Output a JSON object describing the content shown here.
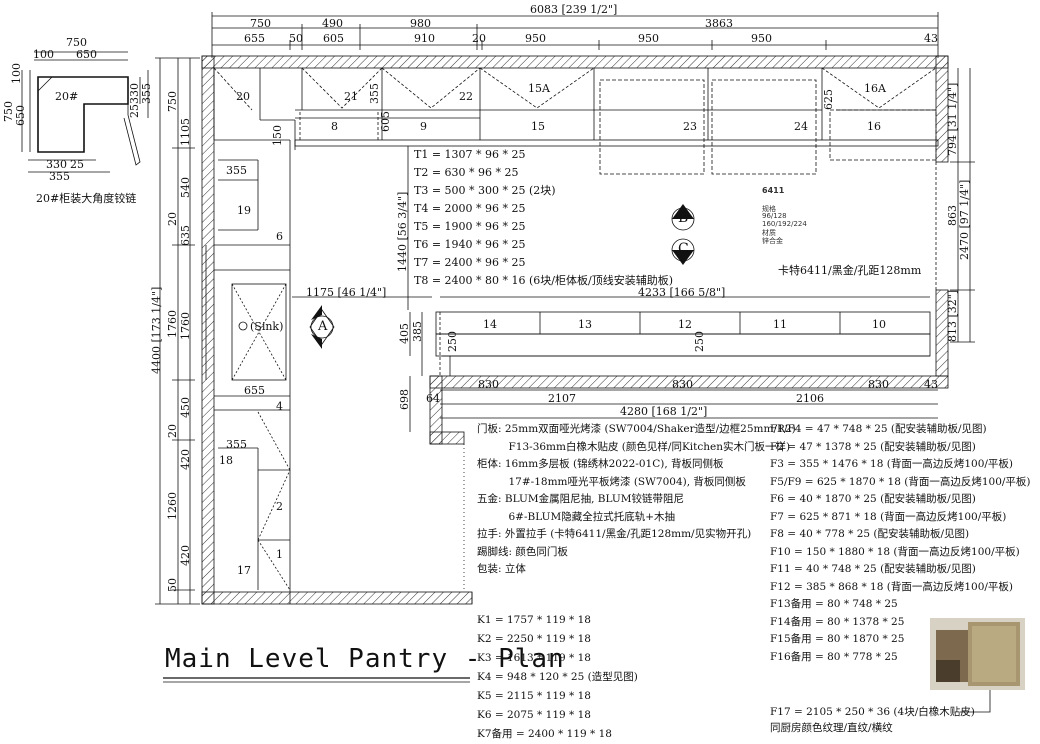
{
  "top_dims": {
    "overall": "6083 [239 1/2\"]",
    "row1": [
      "750",
      "490",
      "980",
      "3863"
    ],
    "row2": [
      "655",
      "50",
      "605",
      "910",
      "20",
      "950",
      "950",
      "950",
      "43"
    ]
  },
  "corner_detail": {
    "dims_top": [
      "750",
      "100",
      "650"
    ],
    "dims_left": [
      "100",
      "750",
      "650"
    ],
    "dims_right": [
      "330",
      "355",
      "25"
    ],
    "dims_bottom": [
      "330",
      "25",
      "355"
    ],
    "label": "20#",
    "caption": "20#柜装大角度铰链"
  },
  "cabinet_labels": {
    "c20": "20",
    "c21": "21",
    "c22": "22",
    "c15a": "15A",
    "c16a": "16A",
    "c8": "8",
    "c9": "9",
    "c15": "15",
    "c23": "23",
    "c24": "24",
    "c16": "16",
    "c19": "19",
    "c6": "6",
    "c4": "4",
    "c2": "2",
    "c1": "1",
    "c18": "18",
    "c17": "17",
    "c14": "14",
    "c13": "13",
    "c12": "12",
    "c11": "11",
    "c10": "10",
    "sink": "(Sink)",
    "d355a": "355",
    "d355b": "355",
    "d355c": "355",
    "d150": "150",
    "d605": "605",
    "d625": "625",
    "d655": "655",
    "d250a": "250",
    "d250b": "250"
  },
  "left_dims": {
    "overall": "4400 [173 1/4\"]",
    "segments": [
      "750",
      "1105",
      "540",
      "20",
      "635",
      "1760",
      "450",
      "20",
      "420",
      "1260",
      "420",
      "50"
    ]
  },
  "right_dims": {
    "seg1": "794 [31 1/4\"]",
    "seg2": "863",
    "seg_total": "2470 [97 1/4\"]",
    "seg3": "813 [32\"]"
  },
  "inner_dims": {
    "d1175": "1175 [46 1/4\"]",
    "d1440": "1440 [56 3/4\"]",
    "d4233": "4233 [166 5/8\"]",
    "d405": "405",
    "d385": "385",
    "d698": "698",
    "d64": "64",
    "island_row1": [
      "830",
      "830",
      "830",
      "43"
    ],
    "island_row2": [
      "2107",
      "2106"
    ],
    "island_total": "4280 [168 1/2\"]"
  },
  "markers": {
    "a": "A",
    "b": "B",
    "c": "C"
  },
  "trim_list": [
    "T1 = 1307 * 96 * 25",
    "T2 = 630 * 96 * 25",
    "T3 = 500 * 300 * 25 (2块)",
    "T4 = 2000 * 96 * 25",
    "T5 = 1900 * 96 * 25",
    "T6 = 1940 * 96 * 25",
    "T7 = 2400 * 96 * 25",
    "T8 = 2400 * 80 * 16 (6块/柜体板/顶线安装辅助板)"
  ],
  "hardware": {
    "model": "6411",
    "spec_lines": [
      "规格",
      "96/128",
      "160/192/224",
      "材质",
      "锌合金"
    ],
    "caption": "卡特6411/黑金/孔距128mm"
  },
  "notes": [
    "门板: 25mm双面哑光烤漆 (SW7004/Shaker造型/边框25mm/R2)",
    "　　　F13-36mm白橡木贴皮 (颜色见样/同Kitchen实木门板一样)",
    "柜体: 16mm多层板 (锦绣林2022-01C), 背板同侧板",
    "　　　17#-18mm哑光平板烤漆 (SW7004), 背板同侧板",
    "五金: BLUM金属阻尼抽, BLUM铰链带阻尼",
    "　　　6#-BLUM隐藏全拉式托底轨+木抽",
    "拉手: 外置拉手 (卡特6411/黑金/孔距128mm/见实物开孔)",
    "踢脚线: 颜色同门板",
    "包装: 立体"
  ],
  "kick_list": [
    "K1 = 1757 * 119 * 18",
    "K2 = 2250 * 119 * 18",
    "K3 = 1613 * 119 * 18",
    "K4 = 948 * 120 * 25 (造型见图)",
    "K5 = 2115 * 119 * 18",
    "K6 = 2075 * 119 * 18",
    "K7备用 = 2400 * 119 * 18"
  ],
  "filler_list": [
    "F1/F4 = 47 * 748 * 25 (配安装辅助板/见图)",
    "F2 = 47 * 1378 * 25 (配安装辅助板/见图)",
    "F3 = 355 * 1476 * 18 (背面一高边反烤100/平板)",
    "F5/F9 = 625 * 1870 * 18 (背面一高边反烤100/平板)",
    "F6 = 40 * 1870 * 25 (配安装辅助板/见图)",
    "F7 = 625 * 871 * 18 (背面一高边反烤100/平板)",
    "F8 = 40 * 778 * 25 (配安装辅助板/见图)",
    "F10 = 150 * 1880 * 18 (背面一高边反烤100/平板)",
    "F11 = 40 * 748 * 25 (配安装辅助板/见图)",
    "F12 = 385 * 868 * 18 (背面一高边反烤100/平板)",
    "F13备用 = 80 * 748 * 25",
    "F14备用 = 80 * 1378 * 25",
    "F15备用 = 80 * 1870 * 25",
    "F16备用 = 80 * 778 * 25"
  ],
  "f17": [
    "F17 = 2105 * 250 * 36 (4块/白橡木贴皮)",
    "同厨房颜色纹理/直纹/横纹"
  ],
  "title": "Main Level Pantry - Plan",
  "colors": {
    "line": "#111111",
    "hatch": "#333333",
    "dash": "#444444"
  }
}
